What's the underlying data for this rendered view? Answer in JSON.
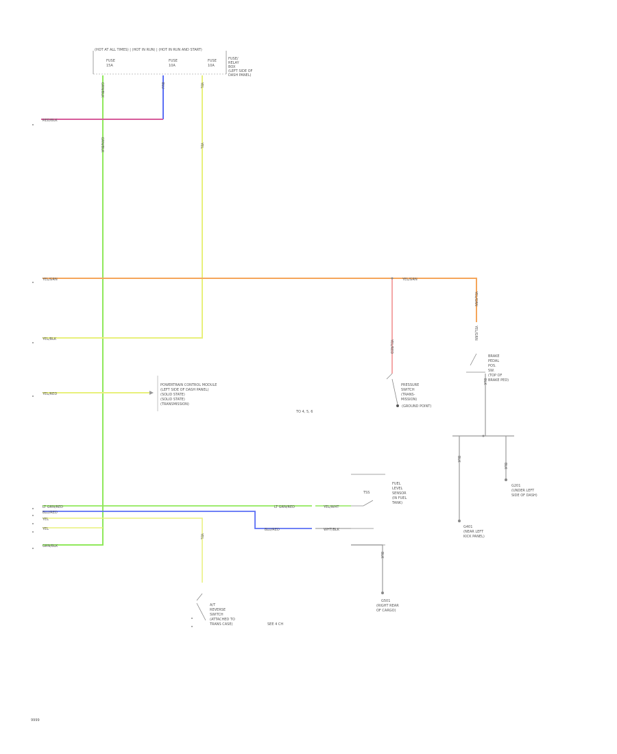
{
  "fuse_box": {
    "header": "(HOT AT ALL TIMES) | (HOT IN RUN) | (HOT IN RUN AND START)",
    "fuse1": "FUSE",
    "fuse1_amp": "15A",
    "fuse2": "FUSE",
    "fuse2_amp": "10A",
    "fuse3": "FUSE",
    "fuse3_amp": "10A",
    "note": [
      "FUSE/",
      "RELAY",
      "BOX",
      "(LEFT SIDE OF",
      "DASH PANEL)"
    ]
  },
  "wires": {
    "w_red_blk": "RED/BLK",
    "w_yel_grn": "YEL/GRN",
    "w_yel_blk": "YEL/BLK",
    "w_yel_red": "YEL/RED",
    "w_lt_grn_red": "LT GRN/RED",
    "w_blu_red": "BLU/RED",
    "w_yel1": "YEL",
    "w_yel2": "YEL",
    "w_grn_blk": "GRN/BLK",
    "w_yel_wht": "YEL/WHT",
    "w_yel_grn_r": "YEL/GRN",
    "w_lt_grn_red_r": "LT GRN/RED",
    "w_blu_red_r": "BLU/RED",
    "w_wht_blk": "WHT/BLK",
    "w_yel_grn_b": "YEL/GRN",
    "w_blk1": "BLK",
    "w_blk2": "BLK",
    "w_grn_blk_v": "GRN/BLK",
    "w_blu_v": "BLU",
    "w_yel_v": "YEL",
    "w_yel_grn_v2": "YEL/GRN"
  },
  "components": {
    "pcm_note": [
      "POWERTRAIN CONTROL MODULE",
      "(LEFT SIDE OF DASH PANEL)",
      "(SOLID STATE)",
      "(SOLID STATE)",
      "(TRANSMISSION)"
    ],
    "pcm_sheet": "TO 4, 5, 6",
    "pressure_switch": [
      "PRESSURE",
      "SWITCH",
      "(TRANS-",
      "MISSION)"
    ],
    "ground_g": "(GROUND POINT)",
    "brake_switch": [
      "BRAKE",
      "PEDAL",
      "POS.",
      "SW.",
      "(TOP OF",
      "BRAKE PED)"
    ],
    "g_left": [
      "G401",
      "(NEAR LEFT",
      "KICK PANEL)"
    ],
    "g_right": [
      "G201",
      "(UNDER LEFT",
      "SIDE OF DASH)"
    ],
    "fuel_sensor": [
      "FUEL",
      "LEVEL",
      "SENSOR",
      "(IN FUEL",
      "TANK)"
    ],
    "fuel_sensor_top": "TSS",
    "g_bottom": [
      "G501",
      "(RIGHT REAR",
      "OF CARGO)"
    ],
    "reverse_switch": [
      "A/T",
      "REVERSE",
      "SWITCH",
      "(ATTACHED TO",
      "TRANS CASE)"
    ],
    "reverse_sheet": "SEE 4 CH"
  },
  "page_id": "9999"
}
